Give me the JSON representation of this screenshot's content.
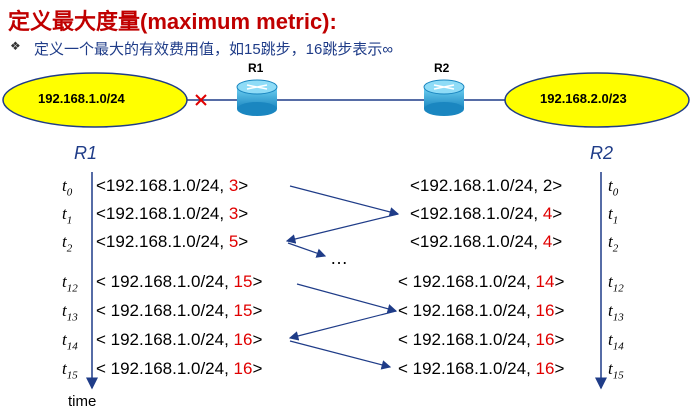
{
  "title": "定义最大度量(maximum metric):",
  "bullet": "定义一个最大的有效费用值，如15跳步，16跳步表示∞",
  "network": {
    "left_net": "192.168.1.0/24",
    "right_net": "192.168.2.0/23",
    "r1": "R1",
    "r2": "R2"
  },
  "r1_header": "R1",
  "r2_header": "R2",
  "time_label": "time",
  "ellipsis": "…",
  "timeline": [
    {
      "t": "t",
      "sub": "0",
      "r1_prefix": "<192.168.1.0/24, ",
      "r1_metric": "3",
      "r1_red": true,
      "r2_prefix": "<192.168.1.0/24, ",
      "r2_metric": "2",
      "r2_red": false
    },
    {
      "t": "t",
      "sub": "1",
      "r1_prefix": "<192.168.1.0/24, ",
      "r1_metric": "3",
      "r1_red": true,
      "r2_prefix": "<192.168.1.0/24, ",
      "r2_metric": "4",
      "r2_red": true
    },
    {
      "t": "t",
      "sub": "2",
      "r1_prefix": "<192.168.1.0/24, ",
      "r1_metric": "5",
      "r1_red": true,
      "r2_prefix": "<192.168.1.0/24, ",
      "r2_metric": "4",
      "r2_red": true
    },
    {
      "t": "t",
      "sub": "12",
      "r1_prefix": "< 192.168.1.0/24, ",
      "r1_metric": "15",
      "r1_red": true,
      "r2_prefix": "< 192.168.1.0/24, ",
      "r2_metric": "14",
      "r2_red": true
    },
    {
      "t": "t",
      "sub": "13",
      "r1_prefix": "< 192.168.1.0/24, ",
      "r1_metric": "15",
      "r1_red": true,
      "r2_prefix": "< 192.168.1.0/24, ",
      "r2_metric": "16",
      "r2_red": true
    },
    {
      "t": "t",
      "sub": "14",
      "r1_prefix": "< 192.168.1.0/24, ",
      "r1_metric": "16",
      "r1_red": true,
      "r2_prefix": "< 192.168.1.0/24, ",
      "r2_metric": "16",
      "r2_red": true
    },
    {
      "t": "t",
      "sub": "15",
      "r1_prefix": "< 192.168.1.0/24, ",
      "r1_metric": "16",
      "r1_red": true,
      "r2_prefix": "< 192.168.1.0/24, ",
      "r2_metric": "16",
      "r2_red": true
    }
  ],
  "colors": {
    "title": "#c00000",
    "metric": "#e00000",
    "ellipse": "#ffff00",
    "router": "#29a3d9",
    "axis": "#1f3c88"
  }
}
